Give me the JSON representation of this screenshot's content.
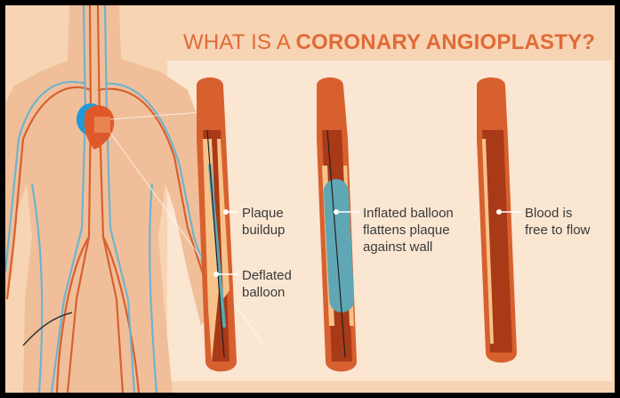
{
  "title": {
    "prefix": "WHAT IS A ",
    "highlight": "CORONARY ANGIOPLASTY?"
  },
  "labels": {
    "plaque_buildup": "Plaque\nbuildup",
    "deflated_balloon": "Deflated\nballoon",
    "inflated_balloon": "Inflated balloon\nflattens plaque\nagainst wall",
    "blood_flow": "Blood is\nfree to flow"
  },
  "colors": {
    "background": "#f7d4b3",
    "panel": "#fbe6d2",
    "title": "#e06a37",
    "artery_wall": "#d8602f",
    "artery_lumen": "#a83a18",
    "plaque": "#f7c38a",
    "balloon": "#5fa7b4",
    "vein": "#6fb3cf",
    "body": "#f0bf9a"
  }
}
